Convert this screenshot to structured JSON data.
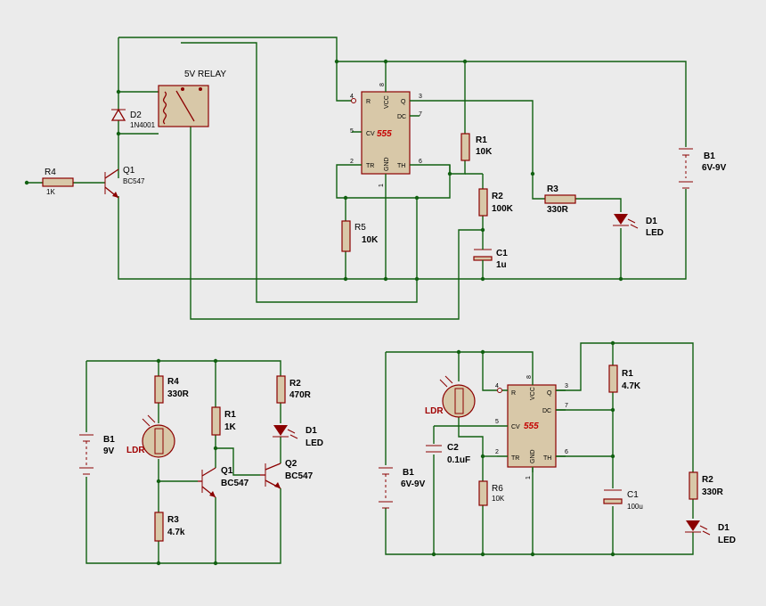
{
  "circuit1": {
    "relay_label": "5V RELAY",
    "d2": {
      "ref": "D2",
      "value": "1N4001"
    },
    "q1": {
      "ref": "Q1",
      "value": "BC547"
    },
    "r4": {
      "ref": "R4",
      "value": "1K"
    },
    "r1": {
      "ref": "R1",
      "value": "10K"
    },
    "r2": {
      "ref": "R2",
      "value": "100K"
    },
    "r3": {
      "ref": "R3",
      "value": "330R"
    },
    "r5": {
      "ref": "R5",
      "value": "10K"
    },
    "c1": {
      "ref": "C1",
      "value": "1u"
    },
    "d1": {
      "ref": "D1",
      "value": "LED"
    },
    "b1": {
      "ref": "B1",
      "value": "6V-9V"
    },
    "ic": {
      "name": "555",
      "pins": {
        "p8": "8",
        "p4": "4",
        "p3": "3",
        "p7": "7",
        "p5": "5",
        "p2": "2",
        "p6": "6",
        "p1": "1"
      },
      "pin_names": {
        "r": "R",
        "vcc": "VCC",
        "q": "Q",
        "dc": "DC",
        "cv": "CV",
        "tr": "TR",
        "gnd": "GND",
        "th": "TH"
      }
    }
  },
  "circuit2": {
    "b1": {
      "ref": "B1",
      "value": "9V"
    },
    "r4": {
      "ref": "R4",
      "value": "330R"
    },
    "ldr": {
      "ref": "LDR"
    },
    "r3": {
      "ref": "R3",
      "value": "4.7k"
    },
    "r1": {
      "ref": "R1",
      "value": "1K"
    },
    "q1": {
      "ref": "Q1",
      "value": "BC547"
    },
    "q2": {
      "ref": "Q2",
      "value": "BC547"
    },
    "r2": {
      "ref": "R2",
      "value": "470R"
    },
    "d1": {
      "ref": "D1",
      "value": "LED"
    }
  },
  "circuit3": {
    "ldr": {
      "ref": "LDR"
    },
    "c2": {
      "ref": "C2",
      "value": "0.1uF"
    },
    "b1": {
      "ref": "B1",
      "value": "6V-9V"
    },
    "r6": {
      "ref": "R6",
      "value": "10K"
    },
    "r1": {
      "ref": "R1",
      "value": "4.7K"
    },
    "c1": {
      "ref": "C1",
      "value": "100u"
    },
    "r2": {
      "ref": "R2",
      "value": "330R"
    },
    "d1": {
      "ref": "D1",
      "value": "LED"
    },
    "ic": {
      "name": "555",
      "pins": {
        "p8": "8",
        "p4": "4",
        "p3": "3",
        "p7": "7",
        "p5": "5",
        "p2": "2",
        "p6": "6",
        "p1": "1"
      },
      "pin_names": {
        "r": "R",
        "vcc": "VCC",
        "q": "Q",
        "dc": "DC",
        "cv": "CV",
        "tr": "TR",
        "gnd": "GND",
        "th": "TH"
      }
    }
  }
}
